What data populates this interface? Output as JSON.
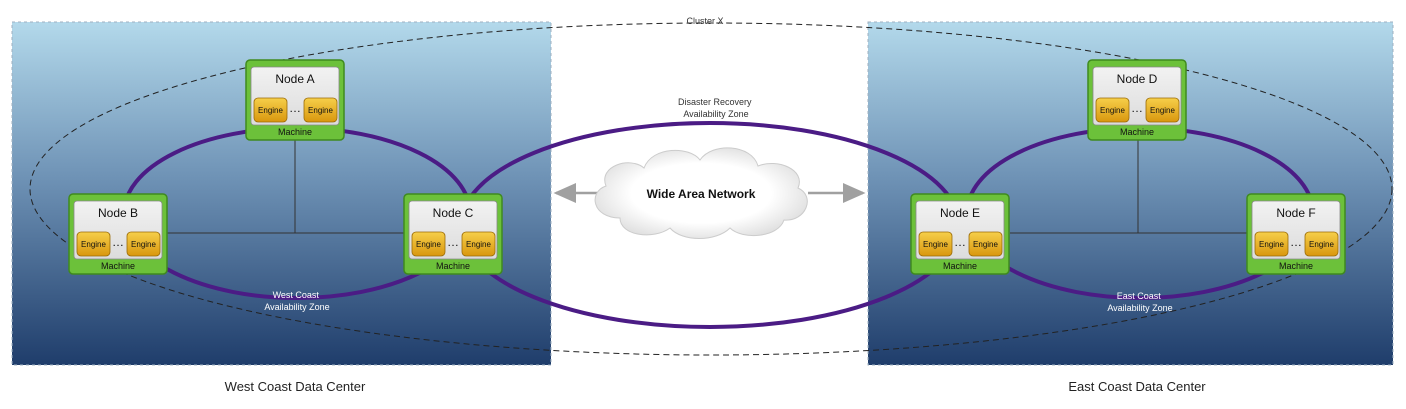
{
  "cluster": {
    "label": "Cluster X"
  },
  "datacenters": [
    {
      "label": "West Coast Data Center",
      "zone": [
        "West Coast",
        "Availability Zone"
      ]
    },
    {
      "label": "East Coast Data Center",
      "zone": [
        "East Coast",
        "Availability Zone"
      ]
    }
  ],
  "dr_zone": [
    "Disaster Recovery",
    "Availability Zone"
  ],
  "wan": {
    "label": "Wide Area Network"
  },
  "nodes": [
    {
      "title": "Node A",
      "engine_left": "Engine",
      "engine_right": "Engine",
      "dots": "…",
      "machine": "Machine"
    },
    {
      "title": "Node B",
      "engine_left": "Engine",
      "engine_right": "Engine",
      "dots": "…",
      "machine": "Machine"
    },
    {
      "title": "Node C",
      "engine_left": "Engine",
      "engine_right": "Engine",
      "dots": "…",
      "machine": "Machine"
    },
    {
      "title": "Node D",
      "engine_left": "Engine",
      "engine_right": "Engine",
      "dots": "…",
      "machine": "Machine"
    },
    {
      "title": "Node E",
      "engine_left": "Engine",
      "engine_right": "Engine",
      "dots": "…",
      "machine": "Machine"
    },
    {
      "title": "Node F",
      "engine_left": "Engine",
      "engine_right": "Engine",
      "dots": "…",
      "machine": "Machine"
    }
  ],
  "colors": {
    "dc_top": "#b3d9eb",
    "dc_bottom": "#1f3d6b",
    "ring": "#4b1c85",
    "machine_green": "#6cc13a",
    "engine_gold": "#e9ad1c"
  }
}
